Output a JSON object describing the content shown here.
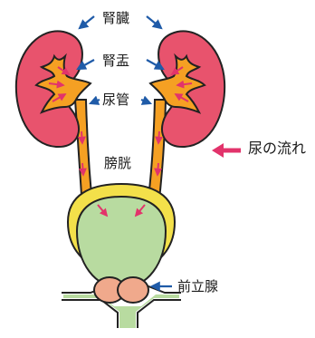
{
  "labels": {
    "kidney": "腎臓",
    "renal_pelvis": "腎盂",
    "ureter": "尿管",
    "bladder": "膀胱",
    "prostate": "前立腺",
    "urine_flow": "尿の流れ"
  },
  "colors": {
    "kidney": "#e8536d",
    "renal_pelvis": "#f5a023",
    "bladder_rim": "#f3e04a",
    "bladder": "#b8dba0",
    "prostate": "#f0a98c",
    "urine_flow_arrow": "#e2336b",
    "pointer_arrow": "#1f5ba8",
    "outline": "#222222"
  }
}
